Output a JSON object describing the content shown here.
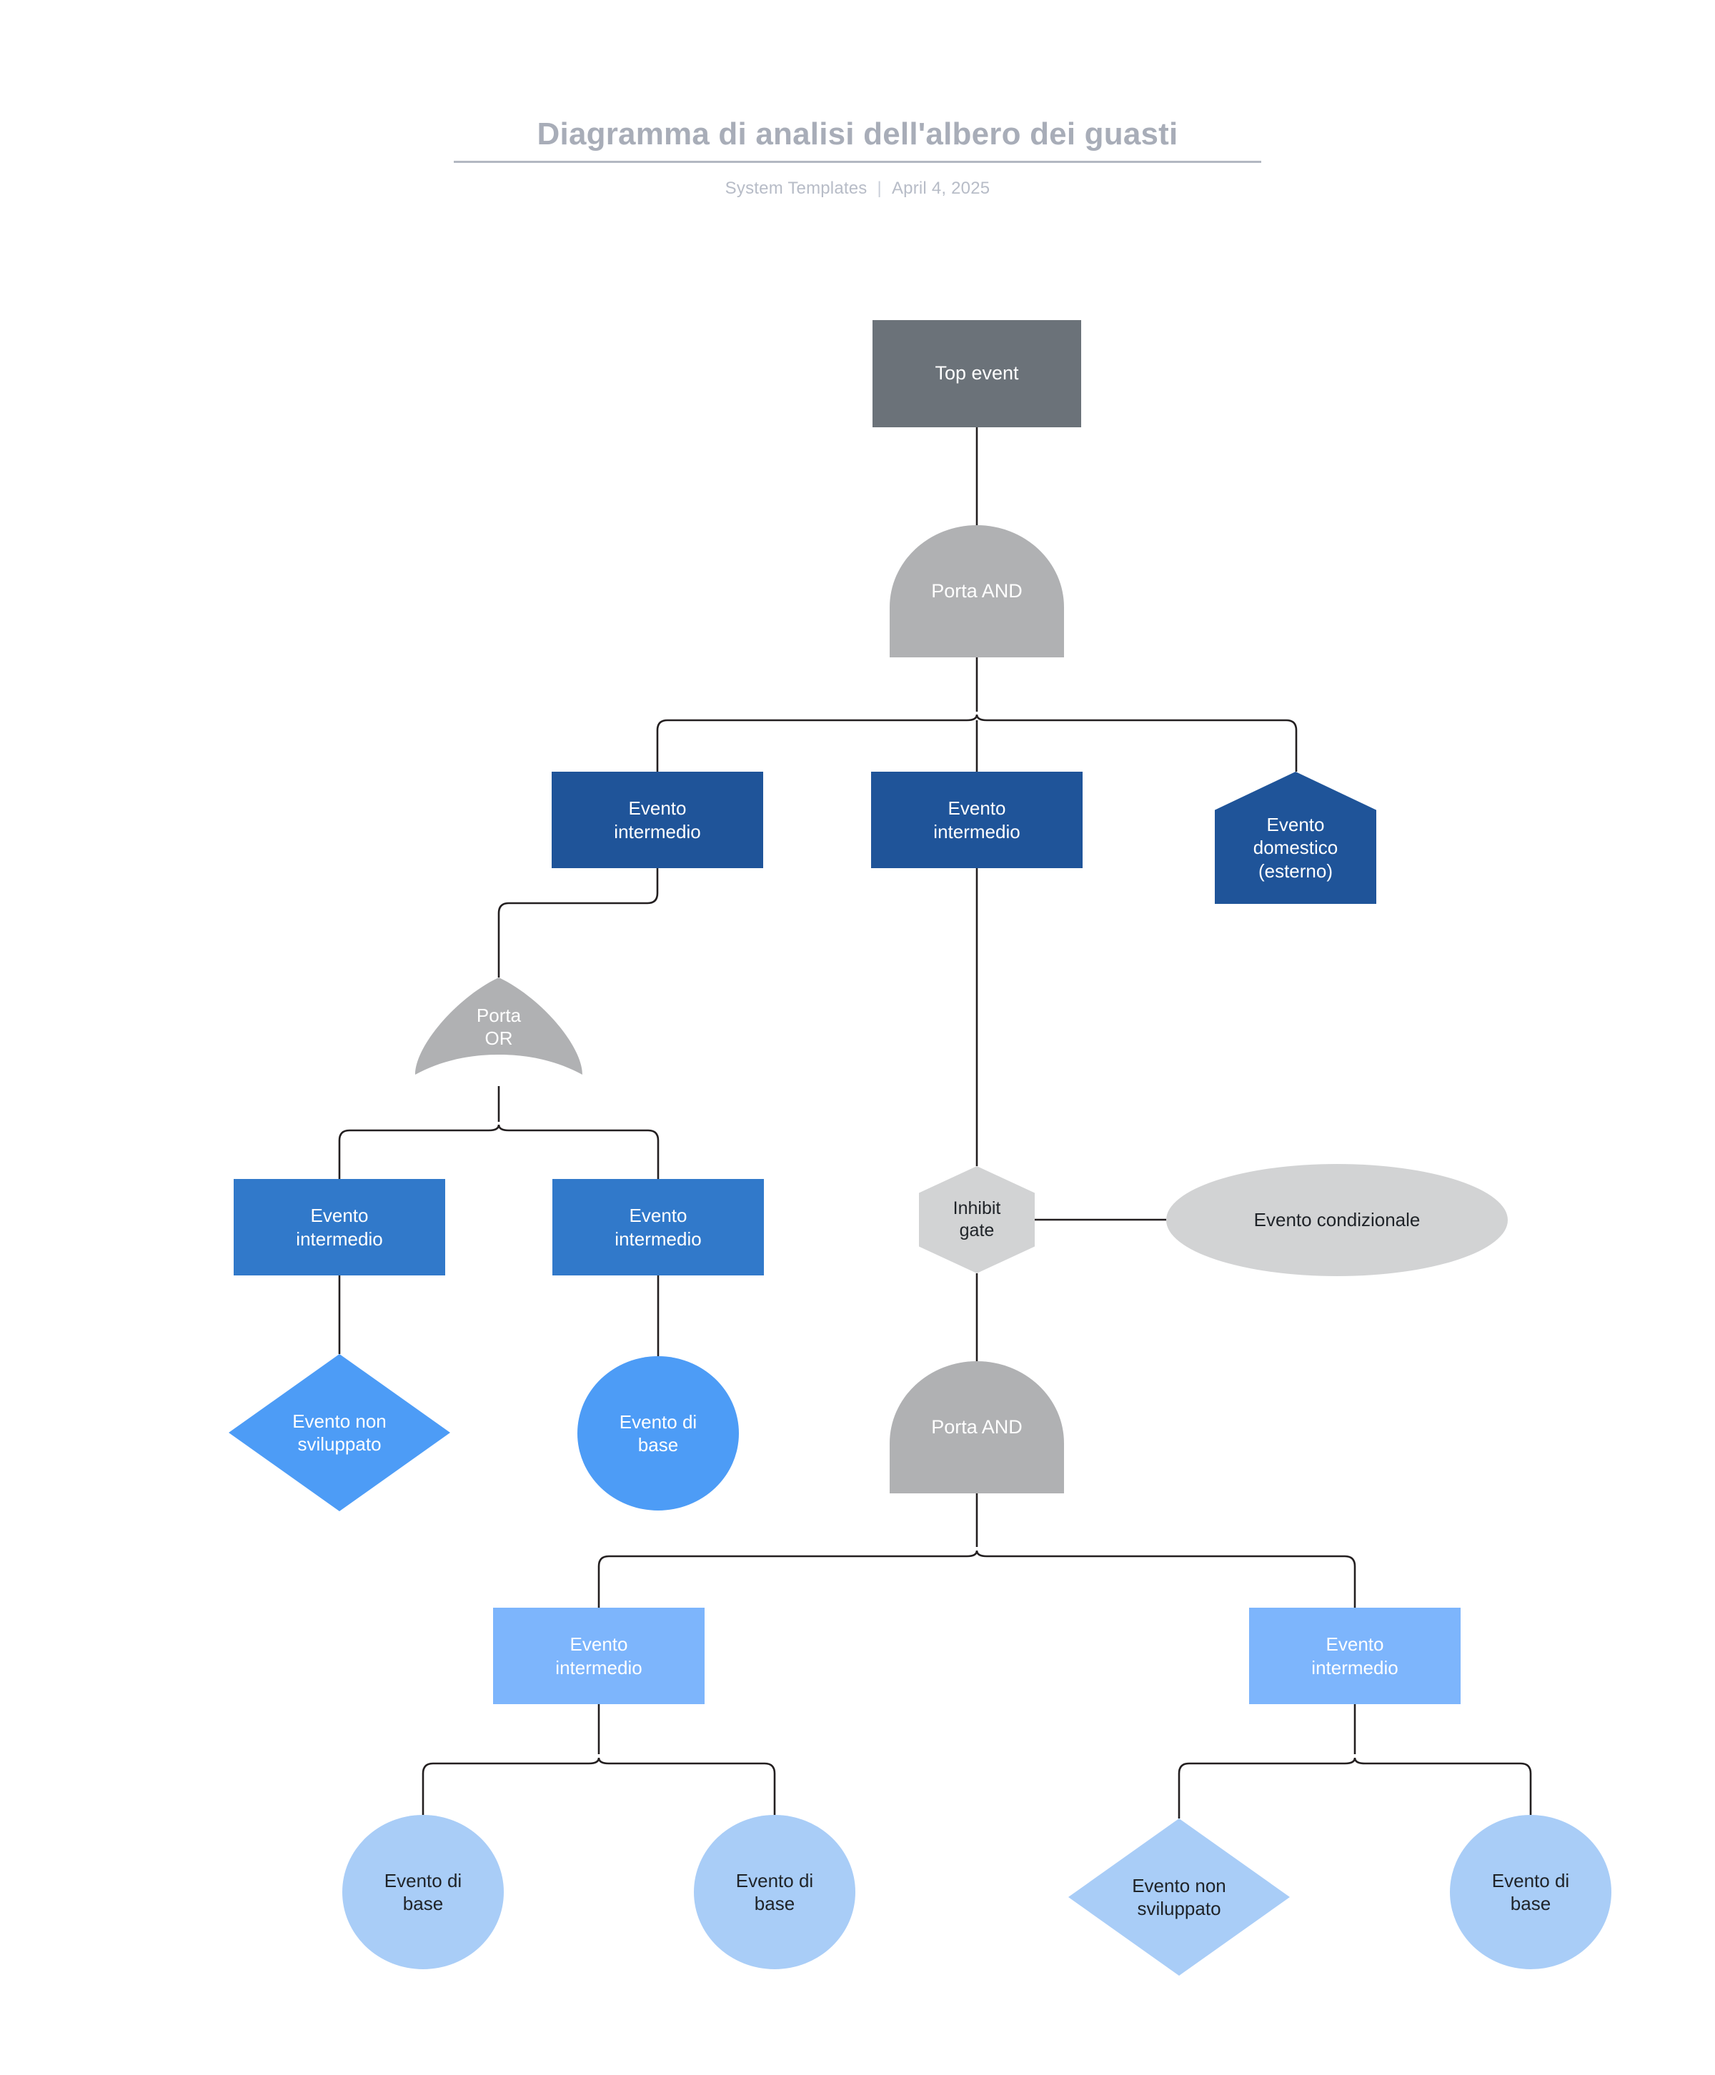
{
  "header": {
    "title": "Diagramma di analisi dell'albero dei guasti",
    "source": "System Templates",
    "separator": "|",
    "date": "April 4, 2025"
  },
  "palette": {
    "top_event": "#6b7279",
    "gate_gray": "#b0b1b3",
    "inhibit_gray": "#d2d3d4",
    "condition_gray": "#d2d3d4",
    "blue_dark": "#1f5499",
    "blue_mid": "#3179ca",
    "blue_bright": "#4d9cf6",
    "blue_light": "#7db5fc",
    "blue_pale": "#a9cdf7",
    "connector": "#231f20",
    "title_gray": "#a8adb8",
    "subtitle_gray": "#b7bcc7"
  },
  "nodes": [
    {
      "id": "top_event",
      "label": "Top event",
      "shape": "rect",
      "color_key": "top_event",
      "text": "white"
    },
    {
      "id": "and_gate_1",
      "label": "Porta AND",
      "shape": "andgate",
      "color_key": "gate_gray",
      "text": "white"
    },
    {
      "id": "mid_l1",
      "label": "Evento\nintermedio",
      "shape": "rect",
      "color_key": "blue_dark",
      "text": "white"
    },
    {
      "id": "mid_c1",
      "label": "Evento\nintermedio",
      "shape": "rect",
      "color_key": "blue_dark",
      "text": "white"
    },
    {
      "id": "house",
      "label": "Evento\ndomestico\n(esterno)",
      "shape": "house",
      "color_key": "blue_dark",
      "text": "white"
    },
    {
      "id": "or_gate_1",
      "label": "Porta\nOR",
      "shape": "orgate",
      "color_key": "gate_gray",
      "text": "white"
    },
    {
      "id": "mid_l2",
      "label": "Evento\nintermedio",
      "shape": "rect",
      "color_key": "blue_mid",
      "text": "white"
    },
    {
      "id": "mid_l3",
      "label": "Evento\nintermedio",
      "shape": "rect",
      "color_key": "blue_mid",
      "text": "white"
    },
    {
      "id": "inhibit_gate",
      "label": "Inhibit\ngate",
      "shape": "hexagon",
      "color_key": "inhibit_gray",
      "text": "dark"
    },
    {
      "id": "conditional",
      "label": "Evento condizionale",
      "shape": "ellipse",
      "color_key": "condition_gray",
      "text": "dark"
    },
    {
      "id": "undeveloped_1",
      "label": "Evento non\nsviluppato",
      "shape": "diamond",
      "color_key": "blue_bright",
      "text": "white"
    },
    {
      "id": "basic_1",
      "label": "Evento di\nbase",
      "shape": "ellipse",
      "color_key": "blue_bright",
      "text": "white"
    },
    {
      "id": "and_gate_2",
      "label": "Porta AND",
      "shape": "andgate",
      "color_key": "gate_gray",
      "text": "white"
    },
    {
      "id": "mid_b1",
      "label": "Evento\nintermedio",
      "shape": "rect",
      "color_key": "blue_light",
      "text": "white"
    },
    {
      "id": "mid_b2",
      "label": "Evento\nintermedio",
      "shape": "rect",
      "color_key": "blue_light",
      "text": "white"
    },
    {
      "id": "basic_2",
      "label": "Evento di\nbase",
      "shape": "ellipse",
      "color_key": "blue_pale",
      "text": "dark"
    },
    {
      "id": "basic_3",
      "label": "Evento di\nbase",
      "shape": "ellipse",
      "color_key": "blue_pale",
      "text": "dark"
    },
    {
      "id": "undeveloped_2",
      "label": "Evento non\nsviluppato",
      "shape": "diamond",
      "color_key": "blue_pale",
      "text": "dark"
    },
    {
      "id": "basic_4",
      "label": "Evento di\nbase",
      "shape": "ellipse",
      "color_key": "blue_pale",
      "text": "dark"
    }
  ],
  "edges": [
    {
      "from": "top_event",
      "to": "and_gate_1"
    },
    {
      "from": "and_gate_1",
      "to": "mid_l1"
    },
    {
      "from": "and_gate_1",
      "to": "mid_c1"
    },
    {
      "from": "and_gate_1",
      "to": "house"
    },
    {
      "from": "mid_l1",
      "to": "or_gate_1"
    },
    {
      "from": "or_gate_1",
      "to": "mid_l2"
    },
    {
      "from": "or_gate_1",
      "to": "mid_l3"
    },
    {
      "from": "mid_l2",
      "to": "undeveloped_1"
    },
    {
      "from": "mid_l3",
      "to": "basic_1"
    },
    {
      "from": "mid_c1",
      "to": "inhibit_gate"
    },
    {
      "from": "inhibit_gate",
      "to": "conditional"
    },
    {
      "from": "inhibit_gate",
      "to": "and_gate_2"
    },
    {
      "from": "and_gate_2",
      "to": "mid_b1"
    },
    {
      "from": "and_gate_2",
      "to": "mid_b2"
    },
    {
      "from": "mid_b1",
      "to": "basic_2"
    },
    {
      "from": "mid_b1",
      "to": "basic_3"
    },
    {
      "from": "mid_b2",
      "to": "undeveloped_2"
    },
    {
      "from": "mid_b2",
      "to": "basic_4"
    }
  ]
}
